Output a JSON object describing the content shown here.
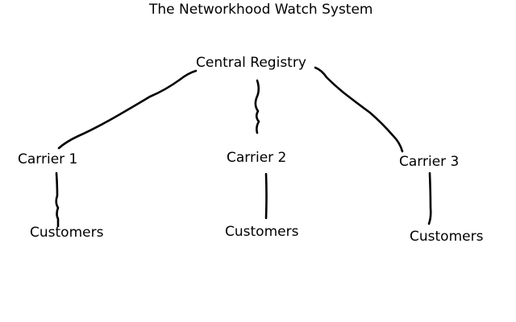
{
  "title": "The Networkhood Watch System",
  "colors": {
    "background": "#ffffff",
    "stroke": "#000000",
    "text": "#000000"
  },
  "tree": {
    "root": {
      "label": "Central Registry"
    },
    "branches": [
      {
        "carrier": "Carrier 1",
        "leaf": "Customers"
      },
      {
        "carrier": "Carrier 2",
        "leaf": "Customers"
      },
      {
        "carrier": "Carrier 3",
        "leaf": "Customers"
      }
    ],
    "edges": [
      [
        "Central Registry",
        "Carrier 1"
      ],
      [
        "Central Registry",
        "Carrier 2"
      ],
      [
        "Central Registry",
        "Carrier 3"
      ],
      [
        "Carrier 1",
        "Customers"
      ],
      [
        "Carrier 2",
        "Customers"
      ],
      [
        "Carrier 3",
        "Customers"
      ]
    ]
  }
}
